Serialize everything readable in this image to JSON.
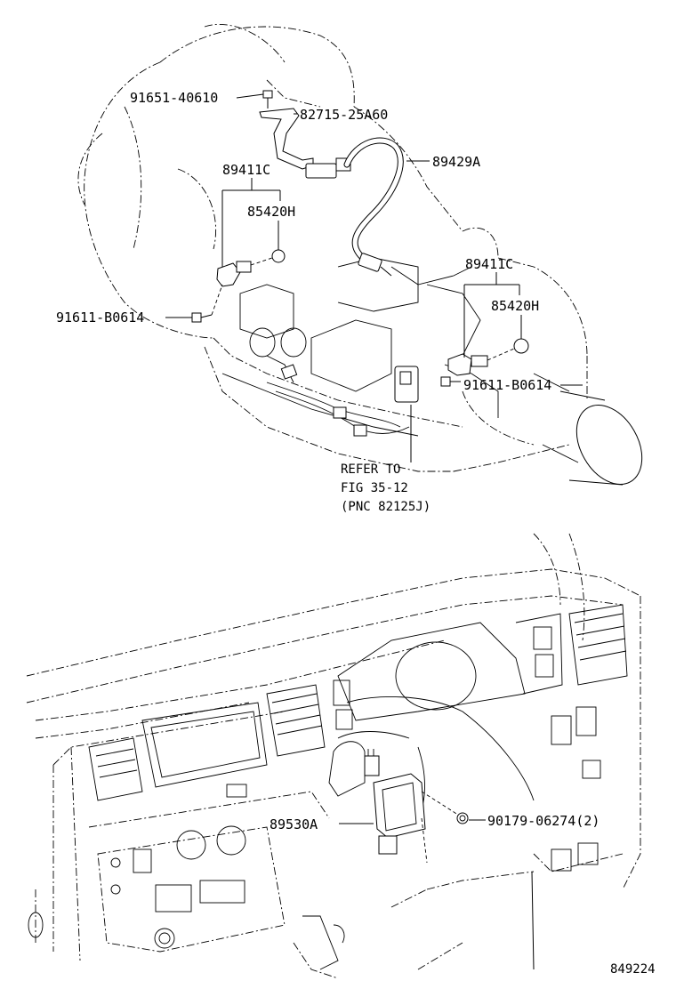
{
  "callouts": {
    "bolt_top": "91651-40610",
    "bracket": "82715-25A60",
    "harness": "89429A",
    "sensor_left": "89411C",
    "oring_left": "85420H",
    "bolt_left": "91611-B0614",
    "sensor_right": "89411C",
    "oring_right": "85420H",
    "bolt_right": "91611-B0614",
    "ecu": "89530A",
    "nut": "90179-06274(2)"
  },
  "refer": {
    "line1": "REFER TO",
    "line2": "FIG 35-12",
    "line3": "(PNC 82125J)"
  },
  "figure_number": "849224"
}
